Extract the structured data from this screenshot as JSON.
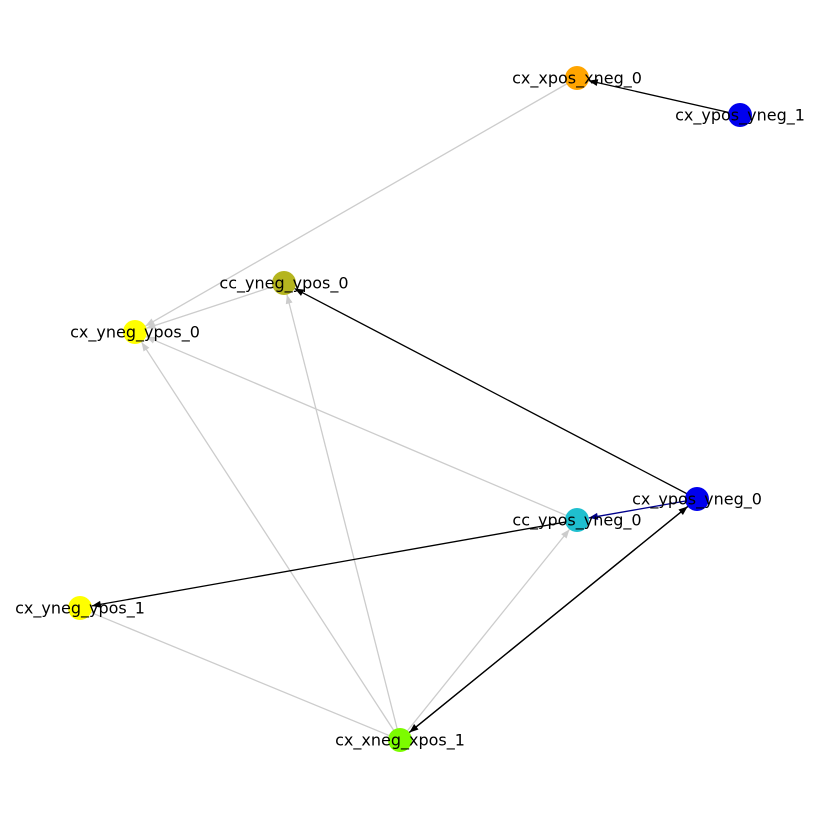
{
  "graph": {
    "nodes": [
      {
        "id": "cx_xpos_xneg_0",
        "label": "cx_xpos_xneg_0",
        "color": "#ffa500"
      },
      {
        "id": "cx_ypos_yneg_1",
        "label": "cx_ypos_yneg_1",
        "color": "#0000ee"
      },
      {
        "id": "cc_yneg_ypos_0",
        "label": "cc_yneg_ypos_0",
        "color": "#b5b51f"
      },
      {
        "id": "cx_yneg_ypos_0",
        "label": "cx_yneg_ypos_0",
        "color": "#ffff00"
      },
      {
        "id": "cx_ypos_yneg_0",
        "label": "cx_ypos_yneg_0",
        "color": "#0000ee"
      },
      {
        "id": "cc_ypos_yneg_0",
        "label": "cc_ypos_yneg_0",
        "color": "#1fbfcf"
      },
      {
        "id": "cx_yneg_ypos_1",
        "label": "cx_yneg_ypos_1",
        "color": "#ffff00"
      },
      {
        "id": "cx_xneg_xpos_1",
        "label": "cx_xneg_xpos_1",
        "color": "#7cfc00"
      }
    ],
    "edges": [
      {
        "from": "cx_ypos_yneg_1",
        "to": "cx_xpos_xneg_0",
        "color": "#000000"
      },
      {
        "from": "cx_xpos_xneg_0",
        "to": "cx_yneg_ypos_0",
        "color": "#cccccc"
      },
      {
        "from": "cc_yneg_ypos_0",
        "to": "cx_yneg_ypos_0",
        "color": "#cccccc"
      },
      {
        "from": "cc_ypos_yneg_0",
        "to": "cx_yneg_ypos_0",
        "color": "#cccccc"
      },
      {
        "from": "cx_xneg_xpos_1",
        "to": "cx_yneg_ypos_0",
        "color": "#cccccc"
      },
      {
        "from": "cx_xneg_xpos_1",
        "to": "cc_yneg_ypos_0",
        "color": "#cccccc"
      },
      {
        "from": "cx_ypos_yneg_0",
        "to": "cc_yneg_ypos_0",
        "color": "#000000"
      },
      {
        "from": "cx_ypos_yneg_0",
        "to": "cc_ypos_yneg_0",
        "color": "#00008b"
      },
      {
        "from": "cc_ypos_yneg_0",
        "to": "cx_yneg_ypos_1",
        "color": "#000000"
      },
      {
        "from": "cx_xneg_xpos_1",
        "to": "cc_ypos_yneg_0",
        "color": "#cccccc"
      },
      {
        "from": "cx_xneg_xpos_1",
        "to": "cx_yneg_ypos_1",
        "color": "#cccccc",
        "arrow": false
      },
      {
        "from": "cx_ypos_yneg_0",
        "to": "cx_xneg_xpos_1",
        "color": "#000000"
      },
      {
        "from": "cx_xneg_xpos_1",
        "to": "cx_ypos_yneg_0",
        "color": "#000000"
      }
    ]
  }
}
